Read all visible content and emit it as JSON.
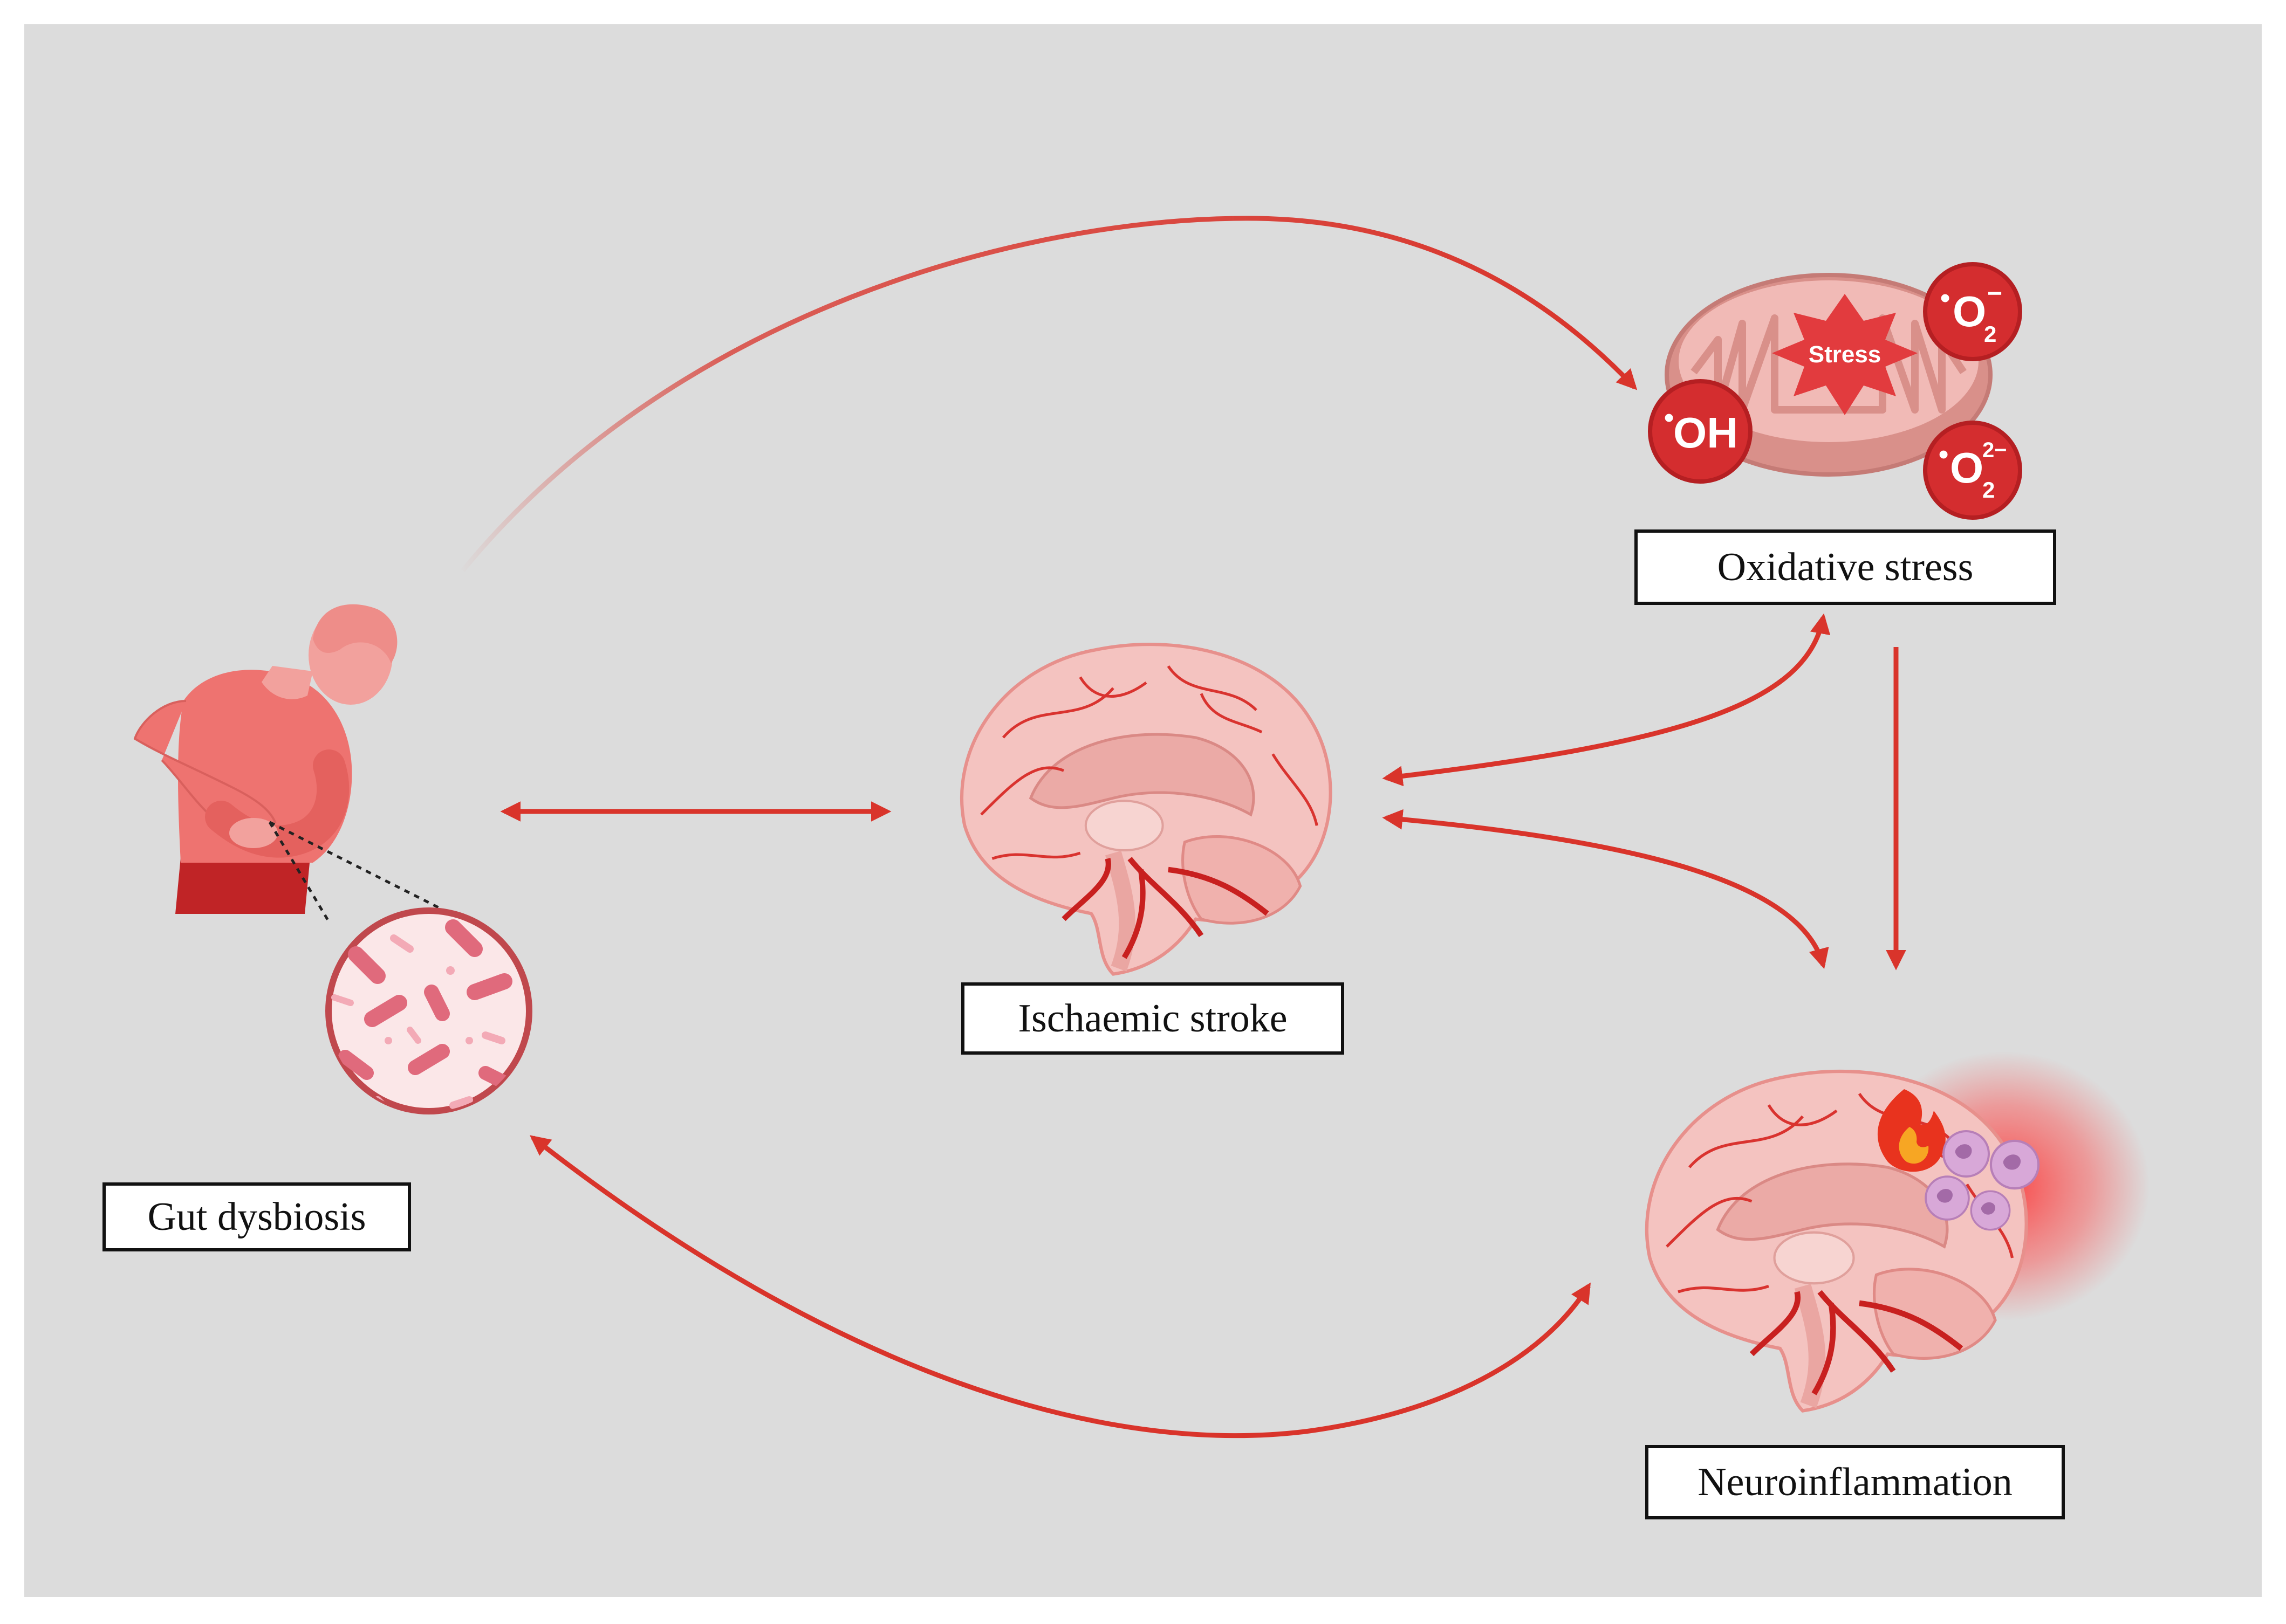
{
  "labels": {
    "gut_dysbiosis": "Gut dysbiosis",
    "ischaemic_stroke": "Ischaemic stroke",
    "oxidative_stress": "Oxidative stress",
    "neuroinflammation": "Neuroinflammation"
  },
  "mitochondrion": {
    "stress": "Stress",
    "radical_superoxide": "O2−",
    "radical_hydroxyl": "OH",
    "radical_peroxide": "O22−"
  },
  "icons": [
    "patient-abdominal-pain-icon",
    "bacteria-magnifier-icon",
    "brain-icon",
    "mitochondrion-icon",
    "fire-icon",
    "immune-cell-icon"
  ],
  "colors": {
    "background": "#dcdcdc",
    "arrow": "#d9342b",
    "accent": "#e9545a",
    "brain": "#f4c3c0",
    "vessel": "#c8201f"
  }
}
